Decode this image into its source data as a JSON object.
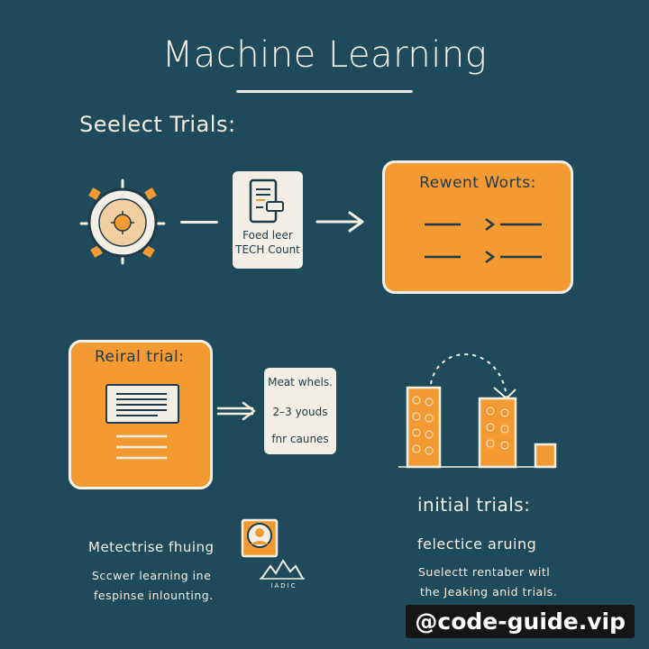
{
  "title": "Machine Learning",
  "select_trials": {
    "label": "Seelect Trials:",
    "card_text_line1": "Foed leer",
    "card_text_line2": "TECH Count"
  },
  "rewent_box": {
    "title": "Rewent Worts:"
  },
  "reiral_box": {
    "title": "Reiral trial:"
  },
  "meat_card": {
    "line1": "Meat whels.",
    "line2": "2–3 youds",
    "line3": "fnr caunes"
  },
  "metectrise": {
    "title": "Metectrise fhuing",
    "line1": "Sccwer learning ine",
    "line2": "fespinse inlounting."
  },
  "icon_caption": "IADIC",
  "initial_trials": {
    "label": "initial trials:"
  },
  "felectice": {
    "title": "felectice aruing",
    "line1": "Suelectt rentaber witl",
    "line2": "the Jeaking anid trials."
  },
  "watermark": "@code-guide.vip",
  "colors": {
    "background": "#1f4a5c",
    "accent": "#f39a32",
    "paper": "#f3efe6"
  }
}
